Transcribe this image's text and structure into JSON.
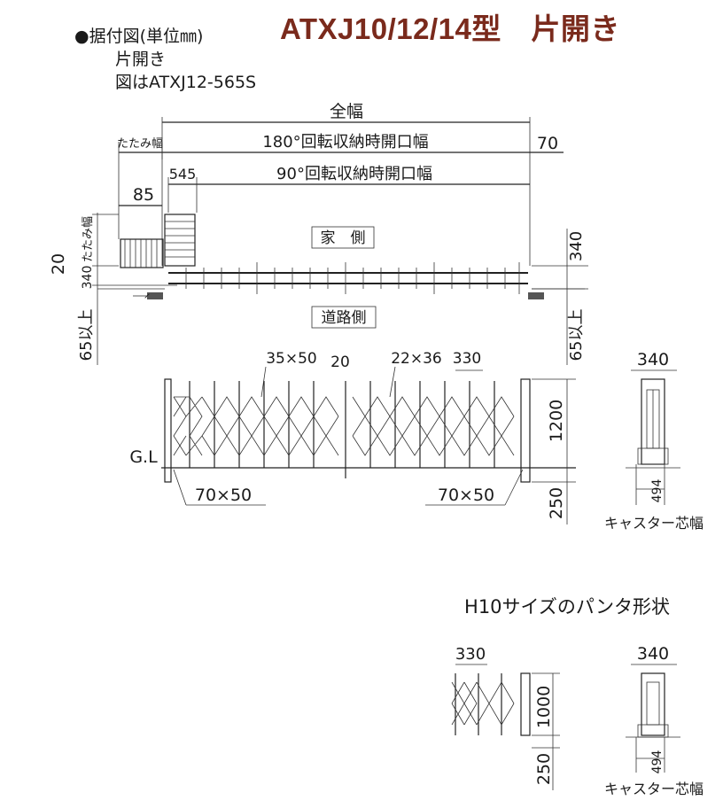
{
  "header": {
    "bullet_title": "●据付図(単位㎜)",
    "type_line": "片開き",
    "fig_line": "図はATXJ12-565S",
    "main_title": "ATXJ10/12/14型　片開き"
  },
  "plan": {
    "total_width": "全幅",
    "fold_width": "たたみ幅",
    "fold_width_vertical": "たたみ幅",
    "open_180": "180°回転収納時開口幅",
    "open_90": "90°回転収納時開口幅",
    "dim_70": "70",
    "dim_85": "85",
    "dim_545": "545",
    "dim_20": "20",
    "dim_340_left": "340",
    "dim_340_right": "340",
    "house_side": "家　側",
    "road_side": "道路側",
    "dim_65_left": "65以上",
    "dim_65_right": "65以上"
  },
  "elevation": {
    "dim_35x50": "35×50",
    "dim_20": "20",
    "dim_22x36": "22×36",
    "dim_330": "330",
    "dim_1200": "1200",
    "dim_250": "250",
    "gl": "G.L",
    "dim_70x50_left": "70×50",
    "dim_70x50_right": "70×50"
  },
  "side_view": {
    "dim_340": "340",
    "dim_494": "494",
    "caster_width": "キャスター芯幅"
  },
  "h10": {
    "title": "H10サイズのパンタ形状",
    "dim_330": "330",
    "dim_1000": "1000",
    "dim_250": "250",
    "dim_340": "340",
    "dim_494": "494",
    "caster_width": "キャスター芯幅"
  }
}
